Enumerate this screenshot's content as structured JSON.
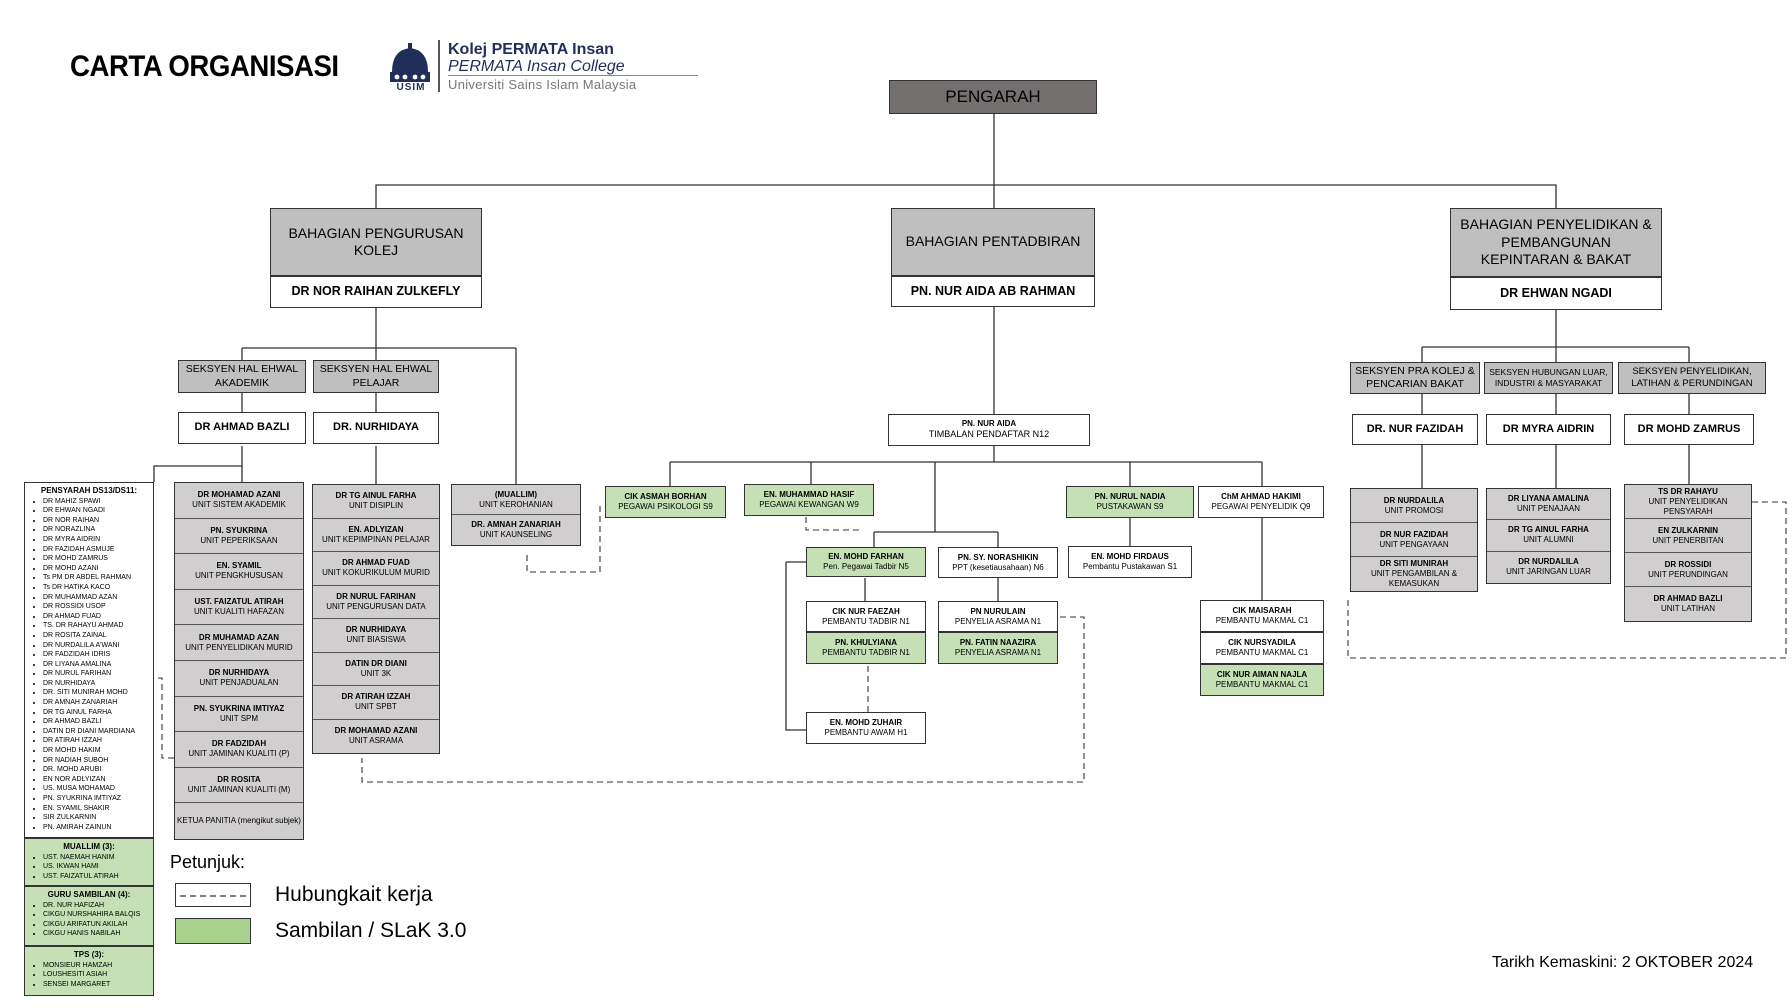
{
  "header": {
    "title": "CARTA ORGANISASI",
    "logo": {
      "line1": "Kolej PERMATA Insan",
      "line2": "PERMATA Insan College",
      "line3": "Universiti Sains Islam Malaysia",
      "abbr": "USIM"
    }
  },
  "pengarah": "PENGARAH",
  "divisions": {
    "left": {
      "title": "BAHAGIAN PENGURUSAN KOLEJ",
      "head": "DR NOR RAIHAN ZULKEFLY"
    },
    "mid": {
      "title": "BAHAGIAN PENTADBIRAN",
      "head": "PN. NUR AIDA AB RAHMAN"
    },
    "right": {
      "title": "BAHAGIAN PENYELIDIKAN & PEMBANGUNAN KEPINTARAN & BAKAT",
      "head": "DR EHWAN NGADI"
    }
  },
  "sections": {
    "akademik": {
      "title": "SEKSYEN HAL EHWAL AKADEMIK",
      "head": "DR AHMAD BAZLI"
    },
    "pelajar": {
      "title": "SEKSYEN HAL EHWAL PELAJAR",
      "head": "DR. NURHIDAYA"
    },
    "prakolej": {
      "title": "SEKSYEN PRA KOLEJ & PENCARIAN BAKAT",
      "head": "DR. NUR FAZIDAH"
    },
    "hubungan": {
      "title": "SEKSYEN HUBUNGAN LUAR, INDUSTRI & MASYARAKAT",
      "head": "DR MYRA AIDRIN"
    },
    "penyelidikan": {
      "title": "SEKSYEN PENYELIDIKAN, LATIHAN & PERUNDINGAN",
      "head": "DR MOHD ZAMRUS"
    }
  },
  "timbalan": {
    "name": "PN. NUR AIDA",
    "role": "TIMBALAN PENDAFTAR N12"
  },
  "pensyarah": {
    "title": "PENSYARAH DS13/DS11:",
    "items": [
      "DR MAHIZ SPAWI",
      "DR EHWAN NGADI",
      "DR NOR RAIHAN",
      "DR NORAZLINA",
      "DR MYRA AIDRIN",
      "DR FAZIDAH ASMUJE",
      "DR MOHD ZAMRUS",
      "DR MOHD AZANI",
      "Ts PM DR ABDEL RAHMAN",
      "Ts DR HATIKA KACO",
      "DR MUHAMMAD AZAN",
      "DR ROSSIDI USOP",
      "DR AHMAD FUAD",
      "TS. DR RAHAYU AHMAD",
      "DR ROSITA ZAINAL",
      "DR NURDALILA A'WANI",
      "DR FADZIDAH IDRIS",
      "DR LIYANA AMALINA",
      "DR NURUL FARIHAN",
      "DR NURHIDAYA",
      "DR. SITI MUNIRAH MOHD",
      "DR AMNAH ZANARIAH",
      "DR TG AINUL FARHA",
      "DR AHMAD BAZLI",
      "DATIN DR DIANI MARDIANA",
      "DR ATIRAH IZZAH",
      "DR MOHD HAKIM",
      "DR NADIAH SUBOH",
      "DR. MOHD ARUBI",
      "EN NOR ADLYIZAN",
      "US. MUSA MOHAMAD",
      "PN. SYUKRINA IMTIYAZ",
      "EN. SYAMIL SHAKIR",
      "SIR ZULKARNIN",
      "PN. AMIRAH ZAINUN"
    ]
  },
  "muallim": {
    "title": "MUALLIM (3):",
    "items": [
      "UST. NAEMAH HANIM",
      "US. IKWAN HAMI",
      "UST. FAIZATUL ATIRAH"
    ]
  },
  "sambilan": {
    "title": "GURU SAMBILAN (4):",
    "items": [
      "DR. NUR HAFIZAH",
      "CIKGU NURSHAHIRA BALQIS",
      "CIKGU ARIFATUN AKILAH",
      "CIKGU HANIS NABILAH"
    ]
  },
  "tps": {
    "title": "TPS (3):",
    "items": [
      "MONSIEUR HAMZAH",
      "LOUSHESITI ASIAH",
      "SENSEI MARGARET"
    ]
  },
  "akademik_units": [
    {
      "name": "DR MOHAMAD AZANI",
      "unit": "UNIT SISTEM AKADEMIK"
    },
    {
      "name": "PN. SYUKRINA",
      "unit": "UNIT PEPERIKSAAN"
    },
    {
      "name": "EN. SYAMIL",
      "unit": "UNIT PENGKHUSUSAN"
    },
    {
      "name": "UST. FAIZATUL ATIRAH",
      "unit": "UNIT KUALITI HAFAZAN"
    },
    {
      "name": "DR MUHAMAD AZAN",
      "unit": "UNIT PENYELIDIKAN MURID"
    },
    {
      "name": "DR NURHIDAYA",
      "unit": "UNIT PENJADUALAN"
    },
    {
      "name": "PN. SYUKRINA IMTIYAZ",
      "unit": "UNIT SPM"
    },
    {
      "name": "DR FADZIDAH",
      "unit": "UNIT JAMINAN KUALITI (P)"
    },
    {
      "name": "DR ROSITA",
      "unit": "UNIT JAMINAN KUALITI (M)"
    },
    {
      "name": "",
      "unit": "KETUA PANITIA (mengikut subjek)"
    }
  ],
  "pelajar_units": [
    {
      "name": "DR TG AINUL FARHA",
      "unit": "UNIT DISIPLIN"
    },
    {
      "name": "EN. ADLYIZAN",
      "unit": "UNIT KEPIMPINAN PELAJAR"
    },
    {
      "name": "DR AHMAD FUAD",
      "unit": "UNIT KOKURIKULUM MURID"
    },
    {
      "name": "DR NURUL FARIHAN",
      "unit": "UNIT PENGURUSAN DATA"
    },
    {
      "name": "DR NURHIDAYA",
      "unit": "UNIT BIASISWA"
    },
    {
      "name": "DATIN DR DIANI",
      "unit": "UNIT 3K"
    },
    {
      "name": "DR ATIRAH IZZAH",
      "unit": "UNIT SPBT"
    },
    {
      "name": "DR MOHAMAD AZANI",
      "unit": "UNIT ASRAMA"
    }
  ],
  "kerohanian_units": [
    {
      "name": "(MUALLIM)",
      "unit": "UNIT KEROHANIAN"
    },
    {
      "name": "DR. AMNAH ZANARIAH",
      "unit": "UNIT KAUNSELING"
    }
  ],
  "admin": {
    "asmah": {
      "name": "CIK ASMAH BORHAN",
      "role": "PEGAWAI PSIKOLOGI S9"
    },
    "hasif": {
      "name": "EN. MUHAMMAD HASIF",
      "role": "PEGAWAI KEWANGAN W9"
    },
    "farhan": {
      "name": "EN. MOHD FARHAN",
      "role": "Pen. Pegawai Tadbir N5"
    },
    "norashikin": {
      "name": "PN. SY. NORASHIKIN",
      "role": "PPT (kesetiausahaan) N6"
    },
    "faezah": {
      "name": "CIK NUR FAEZAH",
      "role": "PEMBANTU TADBIR N1"
    },
    "khulyiana": {
      "name": "PN. KHULYIANA",
      "role": "PEMBANTU TADBIR N1"
    },
    "zuhair": {
      "name": "EN. MOHD ZUHAIR",
      "role": "PEMBANTU AWAM H1"
    },
    "nurulain": {
      "name": "PN NURULAIN",
      "role": "PENYELIA ASRAMA N1"
    },
    "fatin": {
      "name": "PN. FATIN NAAZIRA",
      "role": "PENYELIA ASRAMA N1"
    },
    "nadia": {
      "name": "PN. NURUL NADIA",
      "role": "PUSTAKAWAN S9"
    },
    "firdaus": {
      "name": "EN. MOHD FIRDAUS",
      "role": "Pembantu Pustakawan S1"
    },
    "hakimi": {
      "name": "ChM AHMAD HAKIMI",
      "role": "PEGAWAI PENYELIDIK Q9"
    },
    "maisarah": {
      "name": "CIK MAISARAH",
      "role": "PEMBANTU MAKMAL C1"
    },
    "nursyadila": {
      "name": "CIK NURSYADILA",
      "role": "PEMBANTU MAKMAL C1"
    },
    "aiman": {
      "name": "CIK NUR AIMAN NAJLA",
      "role": "PEMBANTU MAKMAL C1"
    }
  },
  "prakolej_units": [
    {
      "name": "DR NURDALILA",
      "unit": "UNIT PROMOSI"
    },
    {
      "name": "DR NUR FAZIDAH",
      "unit": "UNIT PENGAYAAN"
    },
    {
      "name": "DR SITI MUNIRAH",
      "unit": "UNIT PENGAMBILAN & KEMASUKAN"
    }
  ],
  "hubungan_units": [
    {
      "name": "DR LIYANA AMALINA",
      "unit": "UNIT PENAJAAN"
    },
    {
      "name": "DR TG AINUL FARHA",
      "unit": "UNIT ALUMNI"
    },
    {
      "name": "DR NURDALILA",
      "unit": "UNIT JARINGAN LUAR"
    }
  ],
  "penyelidikan_units": [
    {
      "name": "TS DR RAHAYU",
      "unit": "UNIT PENYELIDIKAN PENSYARAH"
    },
    {
      "name": "EN ZULKARNIN",
      "unit": "UNIT PENERBITAN"
    },
    {
      "name": "DR ROSSIDI",
      "unit": "UNIT PERUNDINGAN"
    },
    {
      "name": "DR AHMAD BAZLI",
      "unit": "UNIT LATIHAN"
    }
  ],
  "legend": {
    "title": "Petunjuk:",
    "dashed": "Hubungkait kerja",
    "green": "Sambilan / SLaK 3.0"
  },
  "updated": "Tarikh Kemaskini: 2 OKTOBER 2024",
  "colors": {
    "dark": "#747070",
    "grey": "#bfbfbf",
    "lightgrey": "#d0cece",
    "green": "#c5e0b4",
    "legendGreen": "#a9d18e"
  }
}
